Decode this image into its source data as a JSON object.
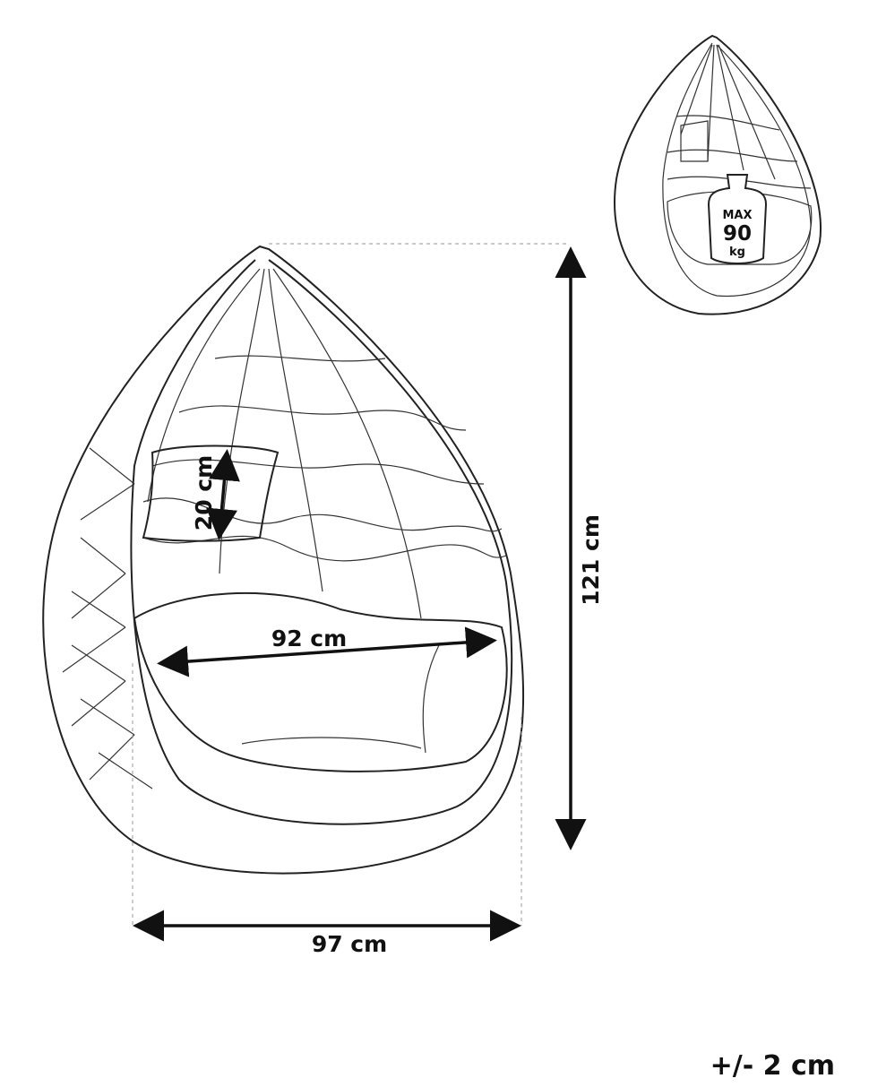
{
  "dimensions": {
    "height": "121 cm",
    "width": "97 cm",
    "seat_width": "92 cm",
    "pillow_height": "20 cm"
  },
  "max_load": {
    "label": "MAX",
    "value": "90",
    "unit": "kg"
  },
  "tolerance": "+/- 2 cm",
  "colors": {
    "line": "#222222",
    "background": "#ffffff"
  }
}
